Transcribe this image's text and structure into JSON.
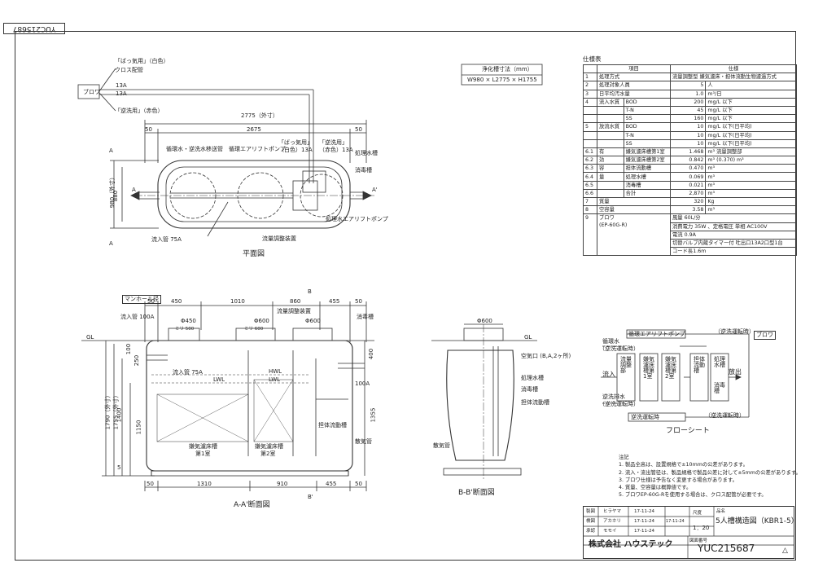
{
  "drawing_tag": "YUC215687",
  "plan": {
    "title": "平面図",
    "dims": {
      "total": "2775（外寸）",
      "inner": "2675",
      "left_margin": "50",
      "right_margin": "50",
      "height_outer": "980（外寸）",
      "height_inner": "880"
    },
    "section_marks": {
      "a": "A",
      "a_prime": "A'",
      "b": "B",
      "b_prime": "B'"
    },
    "labels": {
      "blower": "ブロワ",
      "loosen_use": "「ばっ気用」（白色）",
      "cross_pipe": "クロス配管",
      "r13a_1": "13A",
      "r13a_2": "13A",
      "return_use": "「逆洗用」（赤色）",
      "circ_pipe": "循環水・逆洗水移送管",
      "circ_airlift": "循環エアリフトポンプ",
      "bk_loosen": "「ばっ気用」",
      "bk_white13a": "（白色）13A",
      "bk_return": "「逆洗用」",
      "bk_red13a": "（赤色）13A",
      "disinfect_tank": "消毒槽",
      "treated_tank": "処理水槽",
      "treated_airlift": "処理水エアリフトポンプ",
      "flow_device": "流量調整装置",
      "inlet_pipe": "流入管 75A"
    }
  },
  "size_box": {
    "heading": "浄化槽寸法（mm）",
    "value": "W980 × L2775 × H1755"
  },
  "spec": {
    "title": "仕様表",
    "header": [
      "項目",
      "仕様"
    ],
    "rows": [
      {
        "no": "1",
        "item": "処理方式",
        "sub": "",
        "val": "流量調整型 嫌気濾床・担体流動生物濾過方式",
        "unit": ""
      },
      {
        "no": "2",
        "item": "処理対象人員",
        "sub": "",
        "val": "5",
        "unit": "人"
      },
      {
        "no": "3",
        "item": "日平均汚水量",
        "sub": "",
        "val": "1.0",
        "unit": "m³/日"
      },
      {
        "no": "4",
        "item": "流入水質",
        "sub": "BOD",
        "val": "200",
        "unit": "mg/L 以下"
      },
      {
        "no": "",
        "item": "",
        "sub": "T-N",
        "val": "45",
        "unit": "mg/L 以下"
      },
      {
        "no": "",
        "item": "",
        "sub": "SS",
        "val": "160",
        "unit": "mg/L 以下"
      },
      {
        "no": "5",
        "item": "放流水質",
        "sub": "BOD",
        "val": "10",
        "unit": "mg/L 以下(日平均)"
      },
      {
        "no": "",
        "item": "",
        "sub": "T-N",
        "val": "10",
        "unit": "mg/L 以下(日平均)"
      },
      {
        "no": "",
        "item": "",
        "sub": "SS",
        "val": "10",
        "unit": "mg/L 以下(日平均)"
      },
      {
        "no": "6.1",
        "item": "有",
        "sub": "嫌気濾床槽第1室",
        "val": "1.468",
        "unit": "m³"
      },
      {
        "no": "6.2",
        "item": "効",
        "sub": "嫌気濾床槽第2室",
        "val": "0.842",
        "unit": "m³"
      },
      {
        "no": "6.3",
        "item": "容",
        "sub": "担体流動槽",
        "val": "0.470",
        "unit": "m³"
      },
      {
        "no": "6.4",
        "item": "量",
        "sub": "処理水槽",
        "val": "0.069",
        "unit": "m³"
      },
      {
        "no": "6.5",
        "item": "",
        "sub": "消毒槽",
        "val": "0.021",
        "unit": "m³"
      },
      {
        "no": "6.6",
        "item": "",
        "sub": "合計",
        "val": "2,870",
        "unit": "m³"
      },
      {
        "no": "7",
        "item": "質量",
        "sub": "",
        "val": "320",
        "unit": "Kg"
      },
      {
        "no": "8",
        "item": "空容量",
        "sub": "",
        "val": "3.58",
        "unit": "m³"
      }
    ],
    "flow_adjust_label": "流量調整部",
    "flow_adjust_value": "(0.370) m³",
    "blower_row": {
      "no": "9",
      "item": "ブロワ",
      "model": "(EP-60G-R)",
      "lines": [
        "風量 60L/分",
        "消費電力 35W 、定格電圧 単相 AC100V",
        "電流 0.9A",
        "切替バルブ内蔵タイマー付 吐出口13A2口型1台",
        "コード長1.6m"
      ]
    }
  },
  "section_aa": {
    "title": "A-A'断面図",
    "dims_top": [
      "50",
      "450",
      "1010",
      "860",
      "455",
      "50"
    ],
    "dims_bottom": [
      "50",
      "1310",
      "910",
      "455",
      "50"
    ],
    "dims_left": [
      "100",
      "250",
      "1790（外寸）",
      "1755（外寸）",
      "1400",
      "1150",
      "5"
    ],
    "dims_right": [
      "400",
      "1355"
    ],
    "labels": {
      "manhole": "マンホール径",
      "inlet": "流入管 100A",
      "gl": "GL",
      "phi450": "Φ450",
      "phi500": "ミリ 500",
      "phi600a": "Φ600",
      "phi600b": "ミリ 600",
      "phi600c": "Φ600",
      "flow_adjust_device": "流量調整装置",
      "disinfect": "消毒槽",
      "inlet_pipe": "流入管 75A",
      "outlet": "100A",
      "lwl1": "LWL",
      "hwl": "HWL",
      "lwl2": "LWL",
      "anaerobic1": "嫌気濾床槽",
      "anaerobic1b": "第1室",
      "anaerobic2": "嫌気濾床槽",
      "anaerobic2b": "第2室",
      "carrier": "担体流動槽",
      "drain": "散気管"
    }
  },
  "section_bb": {
    "title": "B-B'断面図",
    "labels": {
      "phi600": "Φ600",
      "gl": "GL",
      "air_gap": "空気口 (B,A,2ヶ所)",
      "treated": "処理水槽",
      "disinfect": "消毒槽",
      "carrier": "担体流動槽",
      "drain": "散気管"
    }
  },
  "flow_sheet": {
    "title": "フローシート",
    "blower": "ブロワ",
    "circ_airlift": "循環エアリフトポンプ",
    "return_pipe": "（逆洗運転時）",
    "circ_water": "循環水",
    "circ_water_b": "（逆洗運転時）",
    "backwash_water": "逆洗排水",
    "backwash_water_b": "（逆洗運転時）",
    "flow_adjust": "流量調整装置",
    "inflow": "流入",
    "outflow": "放出",
    "boxes": [
      "流量調整部",
      "嫌気濾床槽第1室",
      "嫌気濾床槽第2室",
      "担体流動槽",
      "処理水槽",
      "消毒槽"
    ],
    "return_box": "逆洗運転時",
    "return_box2": "（逆洗運転時）"
  },
  "notes": {
    "title": "注記",
    "lines": [
      "1. 製品全高は、設置規格で±10mmの公差があります。",
      "2. 流入・流出管径は、製品規格で製品公差に対して±5mmの公差があります。",
      "3. ブロワ仕様は予告なく変更する場合があります。",
      "4. 質量、空容量は概算値です。",
      "5. ブロワEP-60G-Rを使用する場合は、クロス配管が必要です。"
    ]
  },
  "title_block": {
    "rows": [
      {
        "role": "製図",
        "name": "ヒラヤマ",
        "date": "17-11-24"
      },
      {
        "role": "検図",
        "name": "アカホリ",
        "date": "17-11-24"
      },
      {
        "role": "承認",
        "name": "モモイ",
        "date": "17-11-24"
      }
    ],
    "scale_label": "尺度",
    "scale": "1：20",
    "stamp_date": "17-11-24",
    "name_label": "品名",
    "product": "5人槽構造図（KBR1-5）",
    "company": "株式会社 ハウステック",
    "doc_label": "図面番号",
    "doc_no": "YUC215687"
  }
}
